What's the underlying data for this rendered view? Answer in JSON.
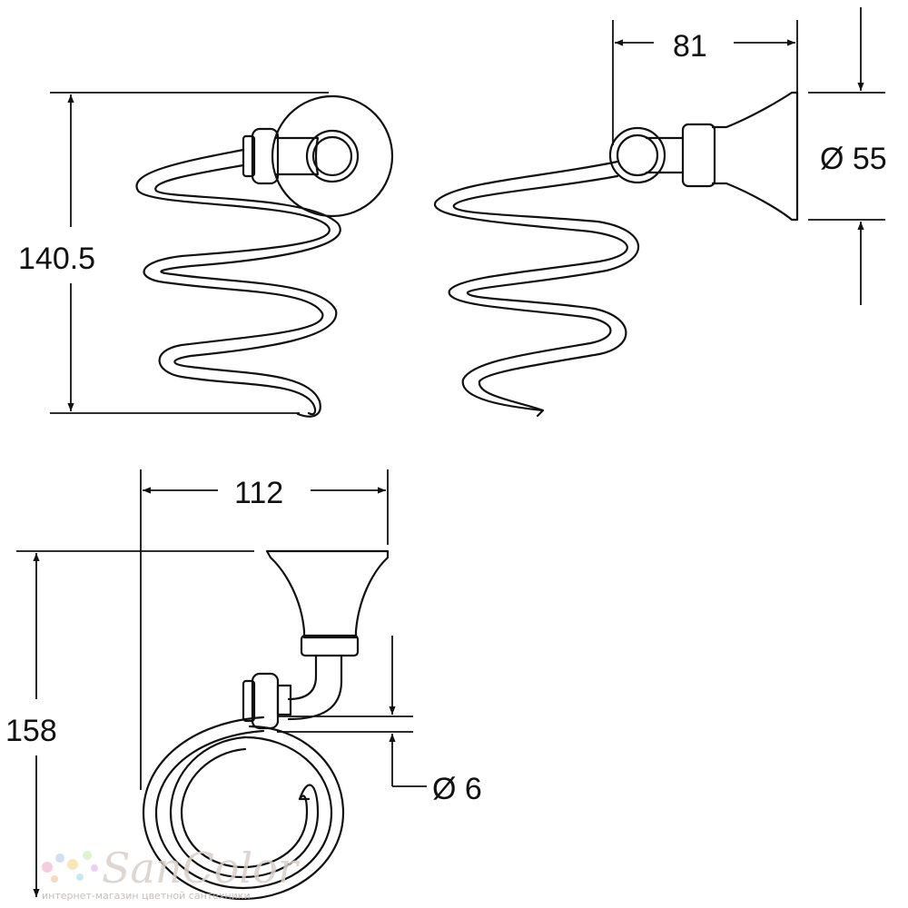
{
  "dimensions": {
    "height_top": "140.5",
    "depth_top": "81",
    "diameter_base": "Ø 55",
    "width_bottom": "112",
    "height_bottom": "158",
    "diameter_wire": "Ø 6"
  },
  "watermark": {
    "brand": "SanColor",
    "tagline": "интернет-магазин цветной сантехники"
  },
  "colors": {
    "line": "#111111",
    "watermark": "#d9cfc8"
  }
}
